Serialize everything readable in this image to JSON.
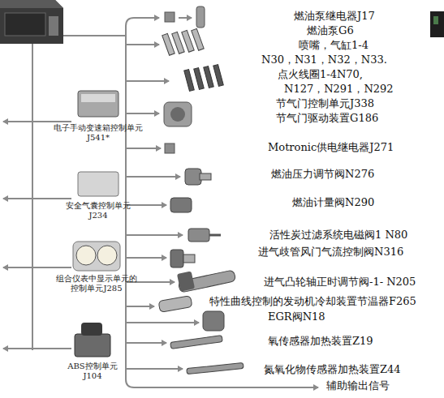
{
  "diagram": {
    "labels": [
      "燃油泵继电器J17",
      "燃油泵G6",
      "喷嘴，气缸1-4",
      "N30，N31，N32，N33.",
      "点火线圈1-4N70,",
      "N127，N291，N292",
      "节气门控制单元J338",
      "节气门驱动装置G186",
      "Motronic供电继电器J271",
      "燃油压力调节阀N276",
      "燃油计量阀N290",
      "活性炭过滤系统电磁阀1 N80",
      "进气歧管风门气流控制阀N316",
      "进气凸轮轴正时调节阀-1- N205",
      "特性曲线控制的发动机冷却装置节温器F265",
      "EGR阀N18",
      "氧传感器加热装置Z19",
      "氮氧化物传感器加热装置Z44",
      "辅助输出信号",
      "电子手动变速箱控制单元 J541*",
      "安全气囊控制单元 J234",
      "组合仪表中显示单元的 控制单元J285",
      "ABS控制单元 J104"
    ]
  }
}
